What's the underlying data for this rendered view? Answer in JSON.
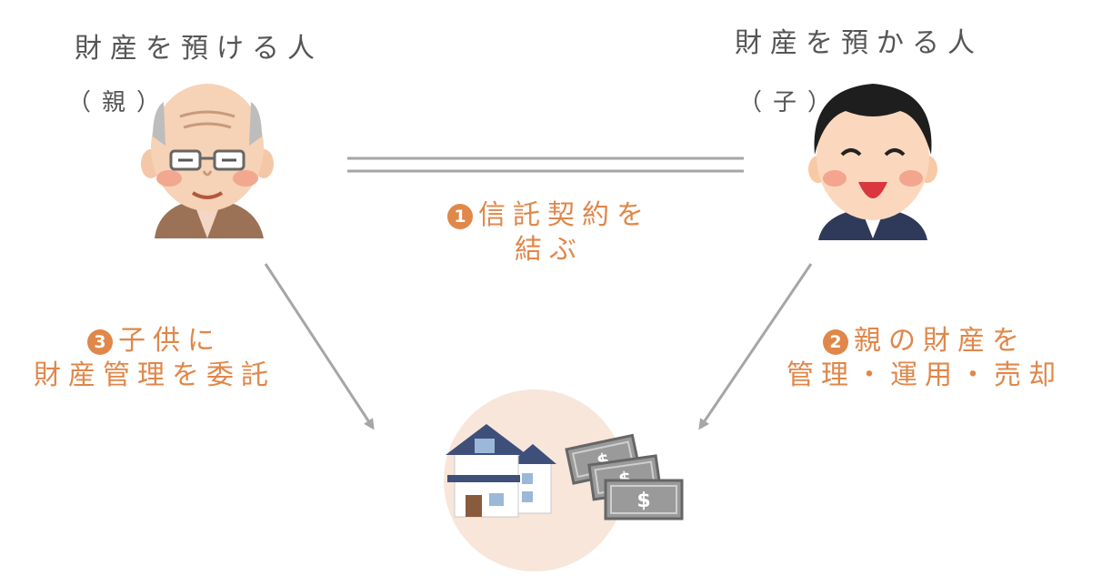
{
  "left_party": {
    "title": "財産を預ける人",
    "relation": "（親）"
  },
  "right_party": {
    "title": "財産を預かる人",
    "relation": "（子）"
  },
  "steps": [
    {
      "number": "1",
      "line1": "信託契約を",
      "line2": "結ぶ"
    },
    {
      "number": "2",
      "line1": "親の財産を",
      "line2": "管理・運用・売却"
    },
    {
      "number": "3",
      "line1": "子供に",
      "line2": "財産管理を委託"
    }
  ],
  "money_symbol": "$",
  "colors": {
    "accent": "#e0874a",
    "text": "#555555",
    "arrow": "#a6a6a6",
    "property_circle": "#f8e6da"
  },
  "icons": [
    "elderly-parent-icon",
    "child-icon",
    "house-icon",
    "money-icon"
  ]
}
